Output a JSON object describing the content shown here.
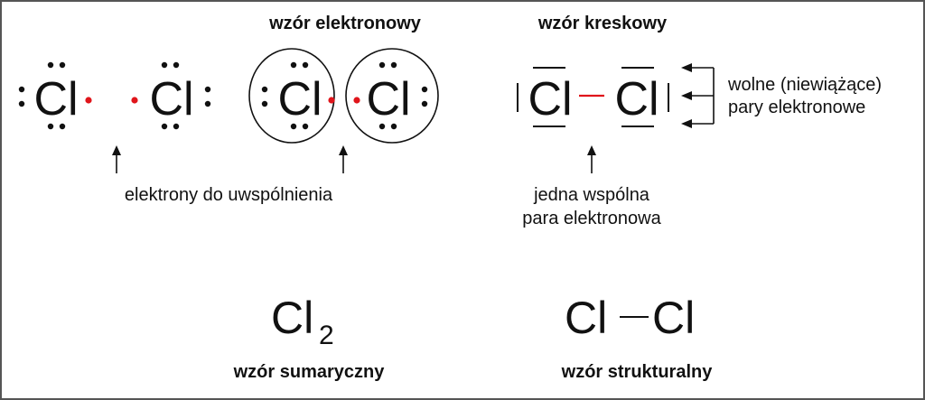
{
  "element_symbol": "Cl",
  "headings": {
    "electron_formula": "wzór elektronowy",
    "line_formula": "wzór kreskowy"
  },
  "labels": {
    "electrons_to_share": "elektrony do uwspólnienia",
    "shared_pair_line1": "jedna wspólna",
    "shared_pair_line2": "para elektronowa",
    "lone_pairs_line1": "wolne (niewiążące)",
    "lone_pairs_line2": "pary elektronowe"
  },
  "summary_formula": {
    "symbol": "Cl",
    "subscript": "2",
    "caption": "wzór sumaryczny"
  },
  "structural_formula": {
    "left": "Cl",
    "right": "Cl",
    "caption": "wzór strukturalny"
  },
  "colors": {
    "ink": "#111111",
    "unpaired_electron": "#e0151b",
    "shared_bond": "#e0151b",
    "frame": "#555555"
  }
}
